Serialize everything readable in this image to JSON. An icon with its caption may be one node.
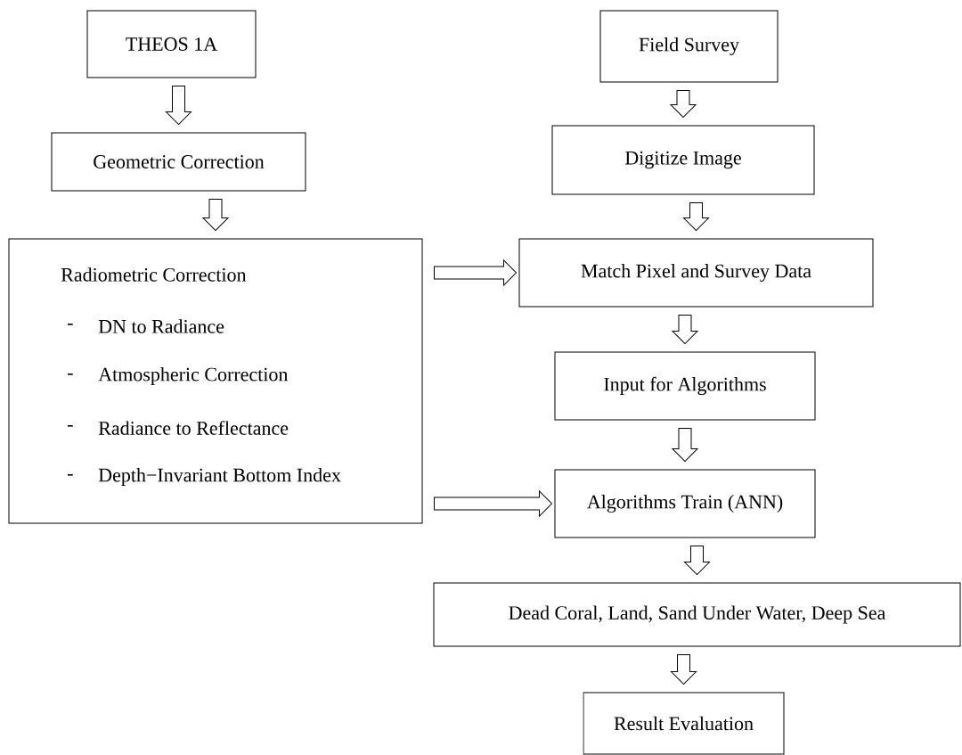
{
  "diagram": {
    "nodes": [
      {
        "text": [
          "THEOS 1A"
        ]
      },
      {
        "text": [
          "Geometric Correction"
        ]
      },
      {
        "text": [
          "Radiometric Correction",
          "-",
          "DN to Radiance",
          "-",
          "Atmospheric Correction",
          "-",
          "Radiance to Reflectance",
          "-",
          "Depth−Invariant Bottom Index"
        ]
      },
      {
        "text": [
          "Field Survey"
        ]
      },
      {
        "text": [
          "Digitize Image"
        ]
      },
      {
        "text": [
          "Match Pixel and Survey Data"
        ]
      },
      {
        "text": [
          "Input for Algorithms"
        ]
      },
      {
        "text": [
          "Algorithms Train (ANN)"
        ]
      },
      {
        "text": [
          "Dead Coral, Land, Sand Under Water, Deep Sea"
        ]
      },
      {
        "text": [
          "Result Evaluation"
        ]
      }
    ],
    "edges": [
      {
        "from": 0,
        "to": 1,
        "arrow": "to"
      },
      {
        "from": 1,
        "to": 2,
        "arrow": "to"
      },
      {
        "from": 3,
        "to": 4,
        "arrow": "to"
      },
      {
        "from": 4,
        "to": 5,
        "arrow": "to"
      },
      {
        "from": 2,
        "to": 5,
        "arrow": "to"
      },
      {
        "from": 5,
        "to": 6,
        "arrow": "to"
      },
      {
        "from": 2,
        "to": 7,
        "arrow": "to"
      },
      {
        "from": 6,
        "to": 7,
        "arrow": "to"
      },
      {
        "from": 7,
        "to": 8,
        "arrow": "to"
      },
      {
        "from": 8,
        "to": 9,
        "arrow": "to"
      }
    ]
  }
}
